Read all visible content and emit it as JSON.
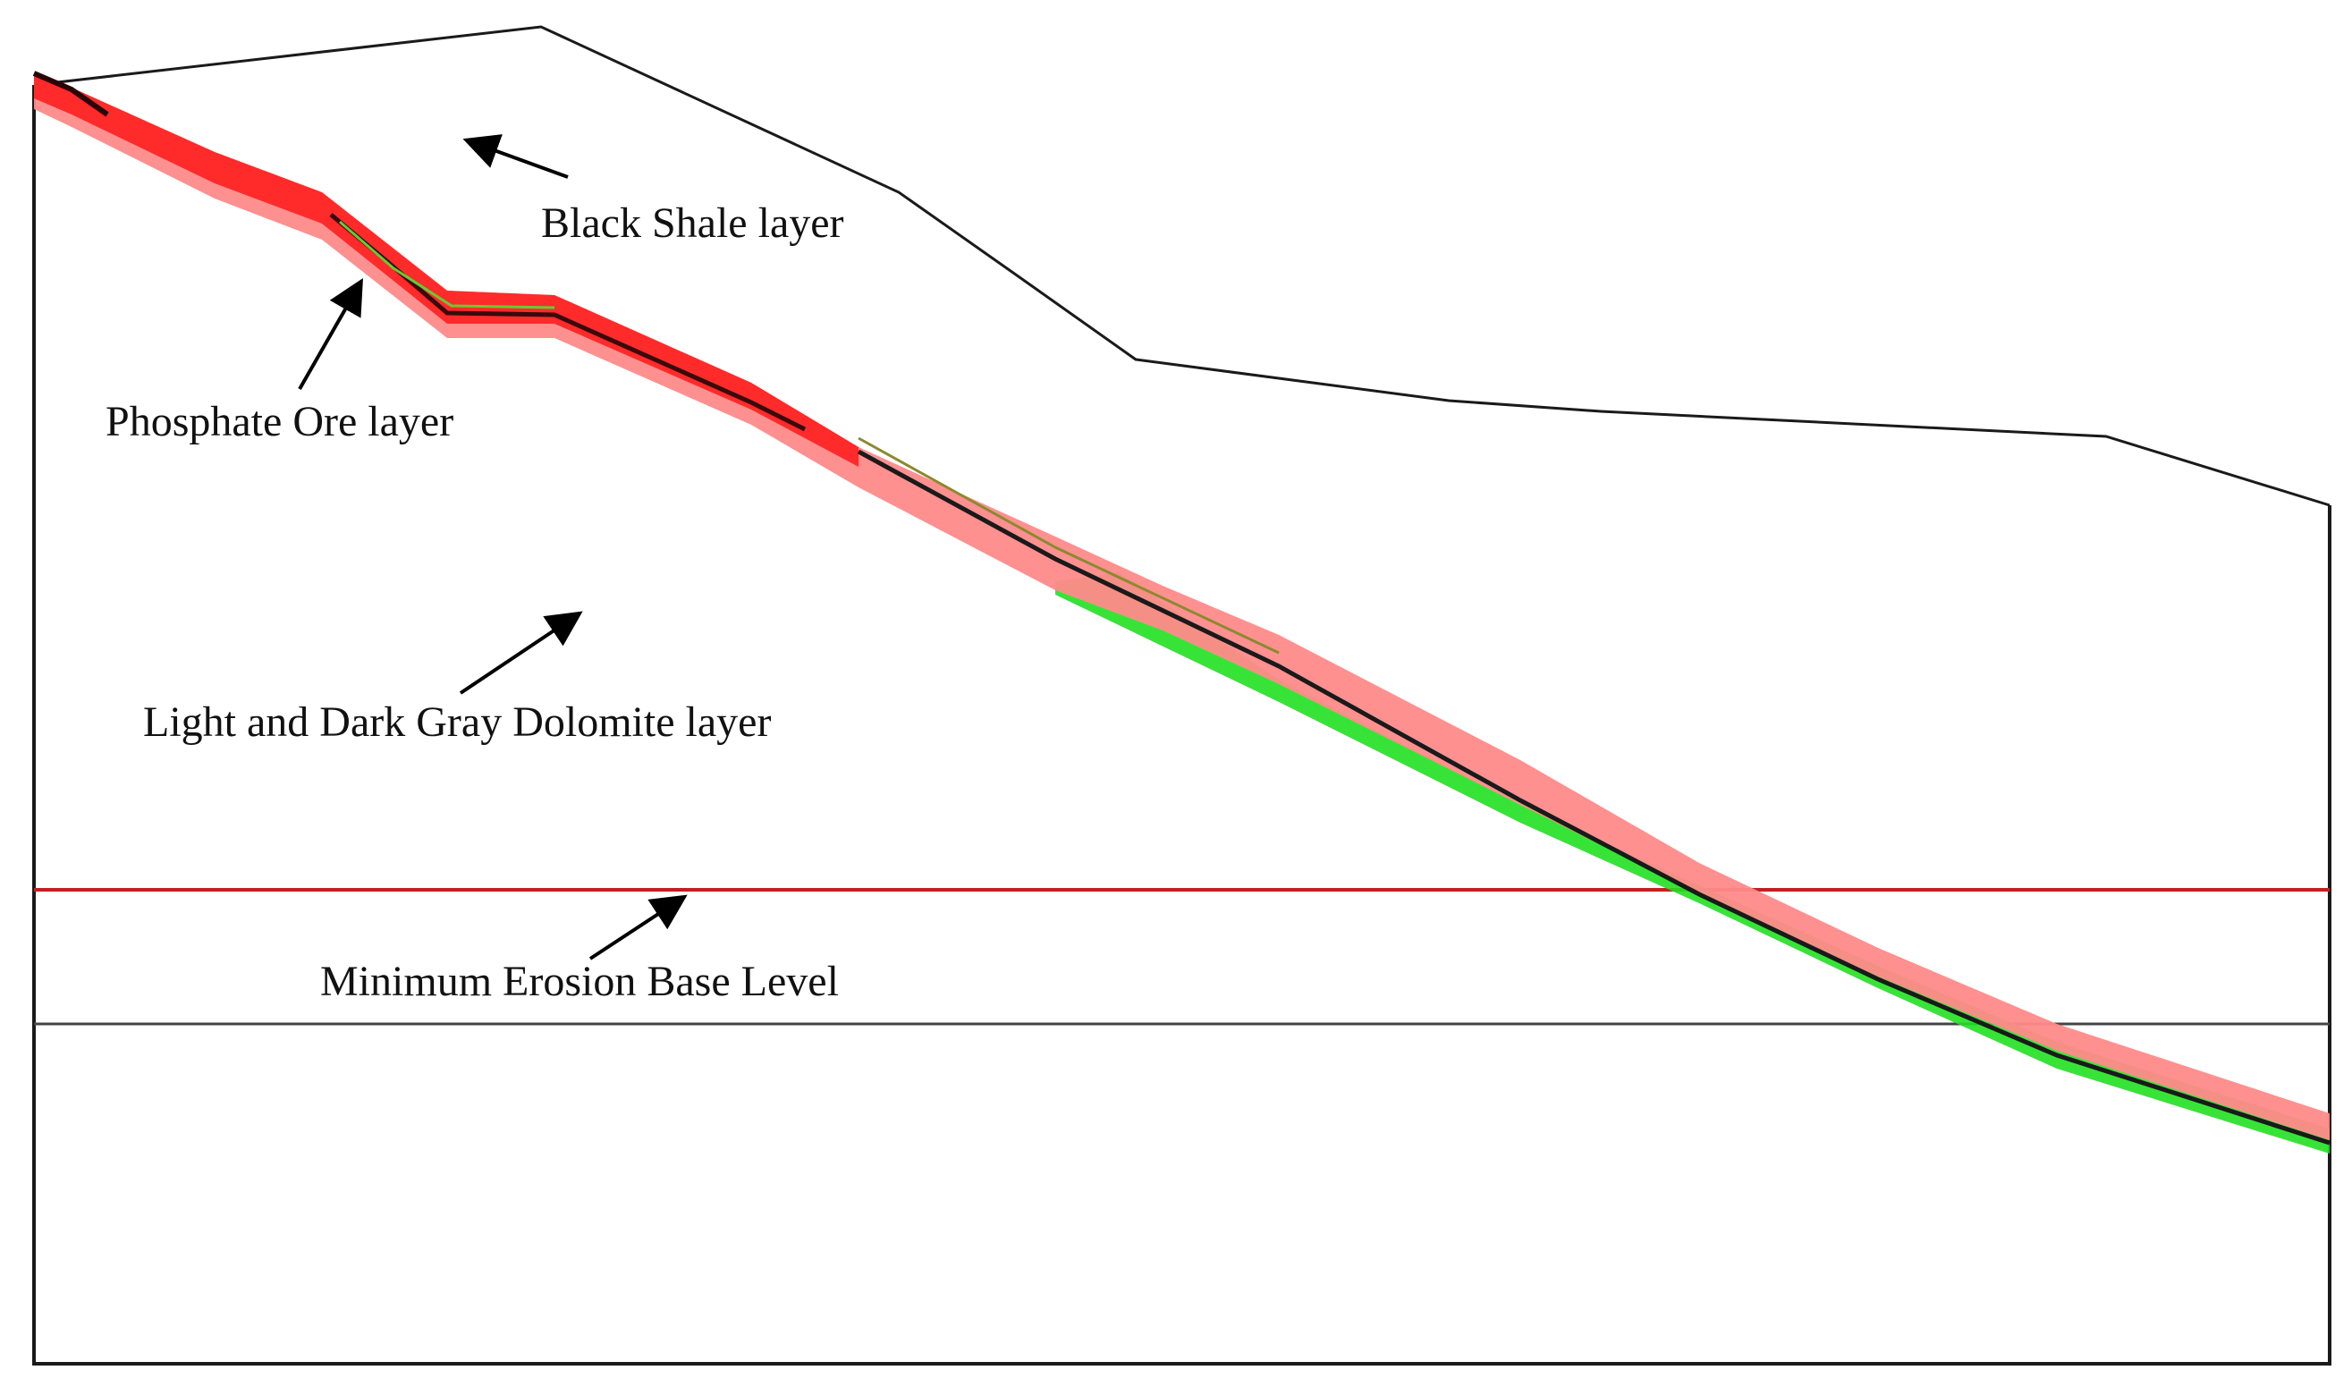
{
  "labels": {
    "black_shale": "Black Shale layer",
    "phosphate_ore": "Phosphate Ore layer",
    "dolomite": "Light and Dark Gray Dolomite layer",
    "erosion_base": "Minimum Erosion Base Level"
  },
  "colors": {
    "outline": "#1a1a1a",
    "ore_red": "#ff2a2a",
    "ore_pink": "#ff8a8a",
    "ore_dark": "#3a0a0a",
    "ore_green": "#22e022",
    "erosion_line": "#c02020",
    "gray_line": "#444444"
  }
}
